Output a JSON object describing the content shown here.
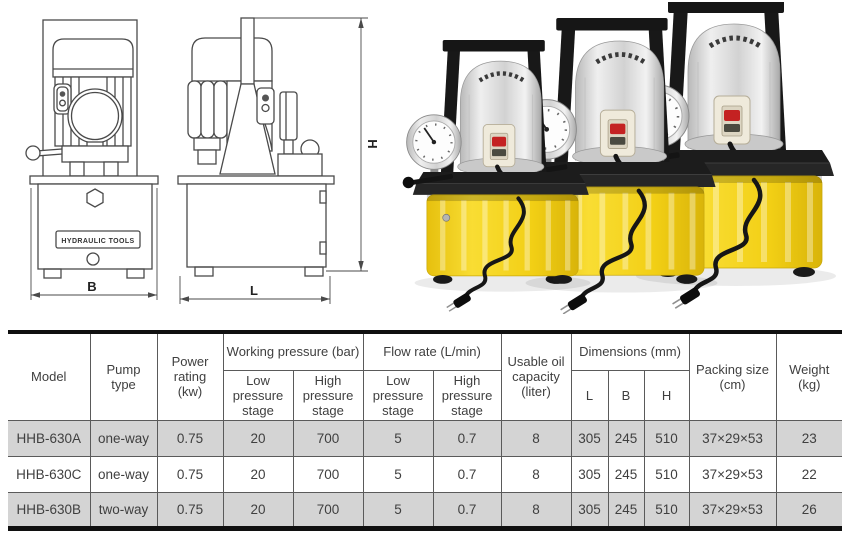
{
  "diagrams": {
    "front_view": {
      "plate_label": "HYDRAULIC TOOLS",
      "width_dimension_label": "B"
    },
    "side_view": {
      "height_dimension_label": "H",
      "length_dimension_label": "L"
    }
  },
  "colors": {
    "table_row_alt_bg": "#d4d4d4",
    "table_frame": "#101010",
    "table_border": "#5a5a5a",
    "text": "#3f3f3f",
    "line_art": "#4a4a4a",
    "pump_tank_yellow": "#f2cf15",
    "pump_motor_silver": "#d6d6d6",
    "pump_handle_black": "#1a1a1a",
    "switch_button_red": "#c42222"
  },
  "spec_table": {
    "header": {
      "model": "Model",
      "pump_type": "Pump type",
      "power_rating": "Power rating (kw)",
      "working_pressure": "Working pressure (bar)",
      "flow_rate": "Flow rate (L/min)",
      "low_stage": "Low pressure stage",
      "high_stage": "High pressure stage",
      "usable_oil": "Usable oil capacity (liter)",
      "dimensions": "Dimensions (mm)",
      "dim_l": "L",
      "dim_b": "B",
      "dim_h": "H",
      "packing": "Packing size (cm)",
      "weight": "Weight (kg)"
    },
    "rows": [
      {
        "cells": [
          "HHB-630A",
          "one-way",
          "0.75",
          "20",
          "700",
          "5",
          "0.7",
          "8",
          "305",
          "245",
          "510",
          "37×29×53",
          "23"
        ]
      },
      {
        "cells": [
          "HHB-630C",
          "one-way",
          "0.75",
          "20",
          "700",
          "5",
          "0.7",
          "8",
          "305",
          "245",
          "510",
          "37×29×53",
          "22"
        ]
      },
      {
        "cells": [
          "HHB-630B",
          "two-way",
          "0.75",
          "20",
          "700",
          "5",
          "0.7",
          "8",
          "305",
          "245",
          "510",
          "37×29×53",
          "26"
        ]
      }
    ]
  }
}
